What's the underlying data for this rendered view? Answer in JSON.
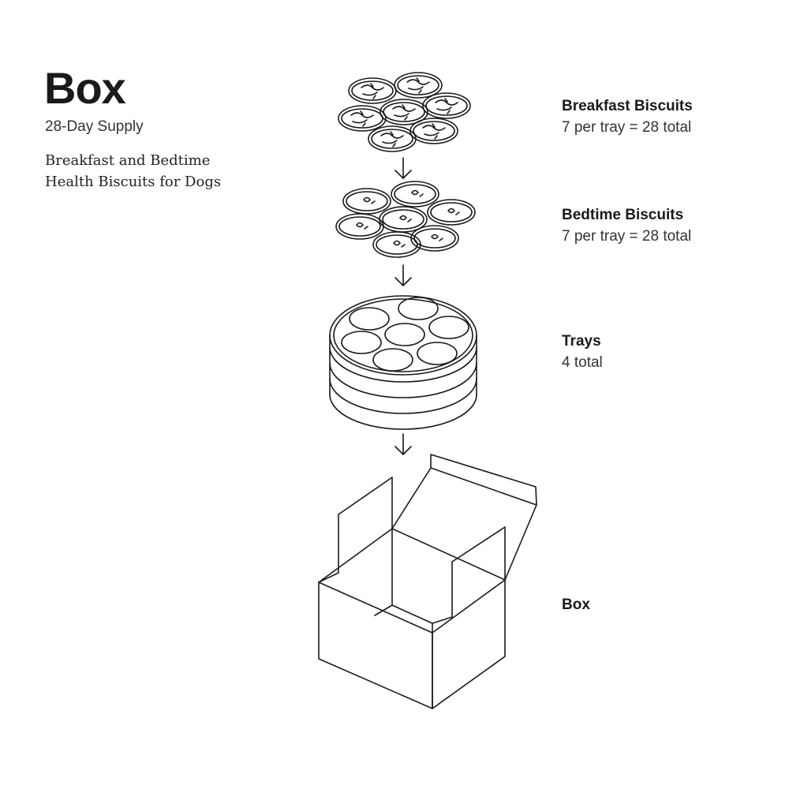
{
  "header": {
    "title": "Box",
    "subtitle": "28-Day Supply",
    "tagline_line1": "Breakfast and Bedtime",
    "tagline_line2": "Health Biscuits for Dogs"
  },
  "components": [
    {
      "name": "Breakfast Biscuits",
      "detail": "7 per tray = 28 total"
    },
    {
      "name": "Bedtime Biscuits",
      "detail": "7 per tray = 28 total"
    },
    {
      "name": "Trays",
      "detail": "4 total"
    },
    {
      "name": "Box",
      "detail": ""
    }
  ],
  "colors": {
    "ink": "#1a1a1a",
    "background": "#ffffff"
  }
}
